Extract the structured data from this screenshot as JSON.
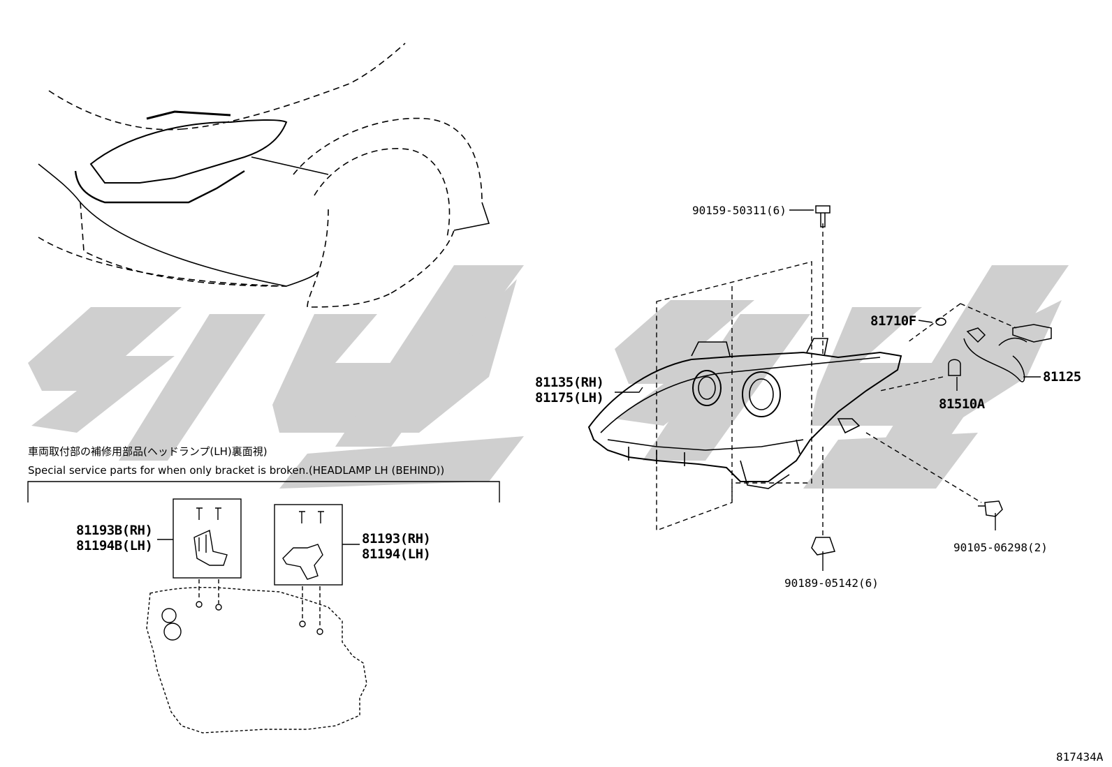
{
  "watermark": {
    "color": "#c8c8c8"
  },
  "note": {
    "jp": "車両取付部の補修用部品(ヘッドランプ(LH)裏面視)",
    "en": "Special service parts for when only bracket is broken.(HEADLAMP LH (BEHIND))"
  },
  "parts": {
    "screw_top": "90159-50311(6)",
    "bulb_small": "81710F",
    "headlamp_rh": "81135(RH)",
    "headlamp_lh": "81175(LH)",
    "bulb": "81510A",
    "socket_wire": "81125",
    "bolt_side": "90105-06298(2)",
    "clip_bottom": "90189-05142(6)",
    "bracket_b_rh": "81193B(RH)",
    "bracket_b_lh": "81194B(LH)",
    "bracket_rh": "81193(RH)",
    "bracket_lh": "81194(LH)"
  },
  "figure_id": "817434A"
}
